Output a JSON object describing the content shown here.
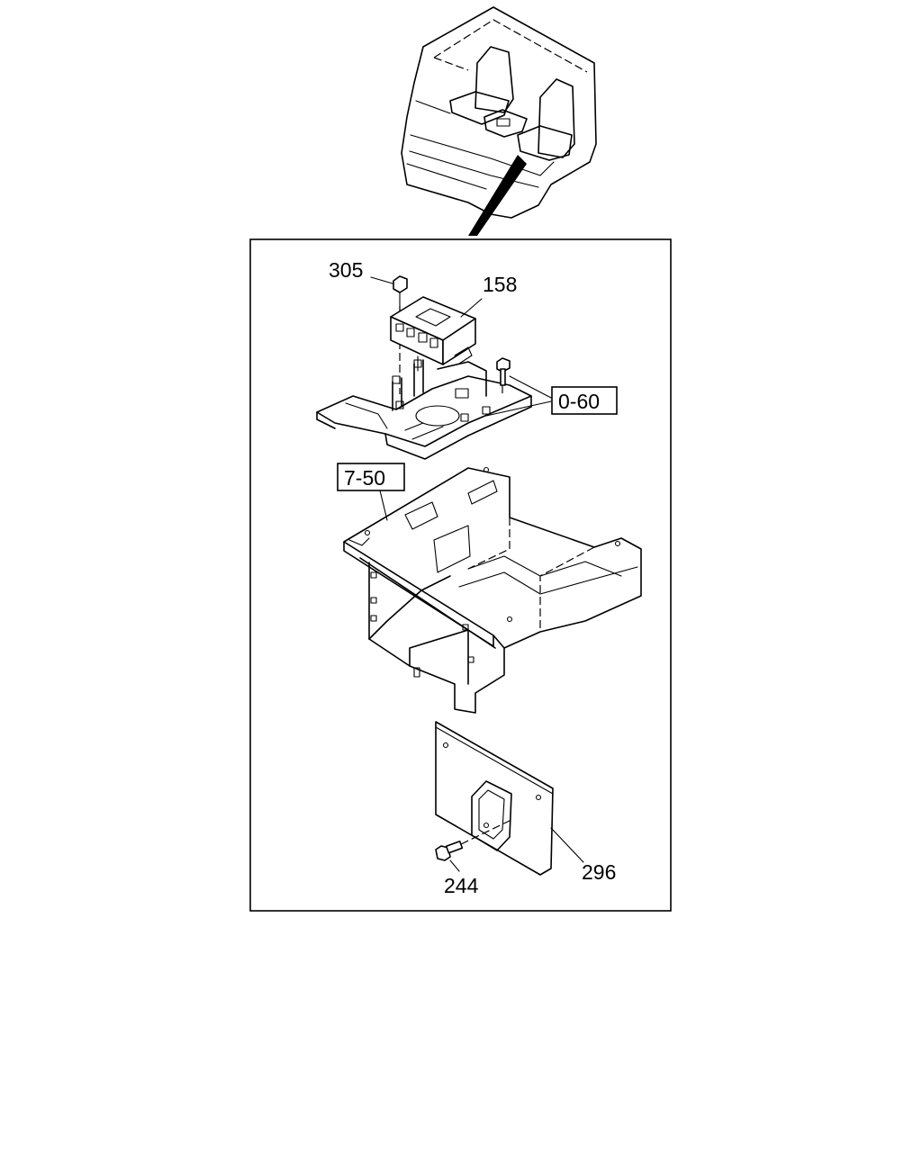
{
  "callouts": {
    "nut": "305",
    "control_unit": "158",
    "bolt": "244",
    "cover_panel": "296"
  },
  "references": {
    "bracket_ref": "0-60",
    "floor_ref": "7-50"
  }
}
